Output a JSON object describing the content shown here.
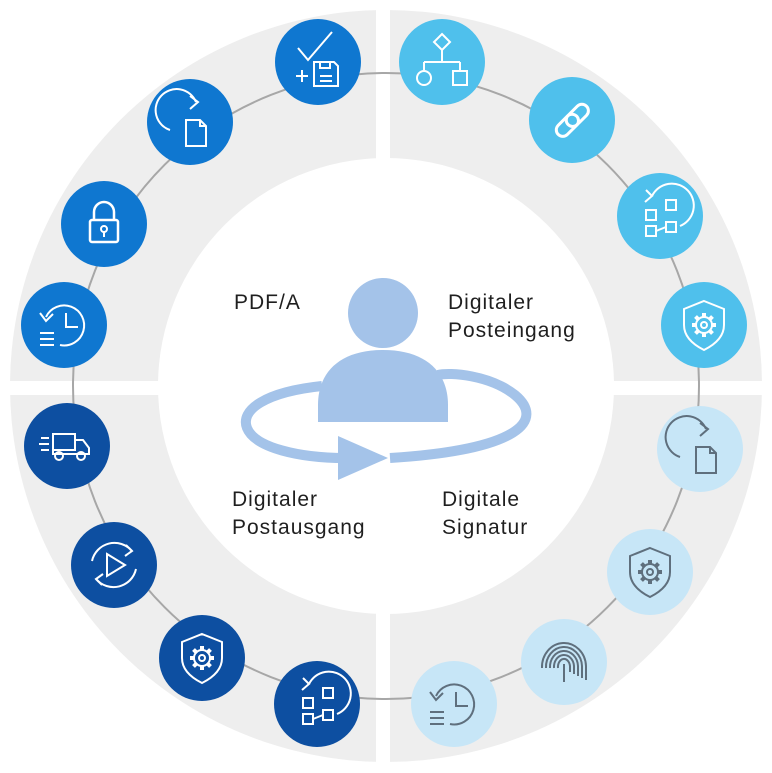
{
  "colors": {
    "ring_background": "#eeeeee",
    "gap": "#ffffff",
    "orbit_line": "#a7a7a7",
    "person": "#a4c3e9",
    "arrow": "#a4c3e9",
    "pdfa_blue": "#0f77d0",
    "inbox_blue": "#4fc0ec",
    "signature_blue": "#c7e6f7",
    "outbox_blue": "#0d4fa1",
    "icon_light_stroke": "#ffffff",
    "icon_dark_stroke": "#5f6f7d"
  },
  "quadrants": [
    {
      "key": "pdfa",
      "label_lines": [
        "PDF/A"
      ],
      "icon_color": "pdfa_blue",
      "icon_style": "light",
      "icons": [
        "check-save-icon",
        "document-refresh-icon",
        "lock-icon",
        "history-list-icon"
      ]
    },
    {
      "key": "inbox",
      "label_lines": [
        "Digitaler",
        "Posteingang"
      ],
      "icon_color": "inbox_blue",
      "icon_style": "light",
      "icons": [
        "workflow-icon",
        "link-icon",
        "process-refresh-icon",
        "shield-gear-icon"
      ]
    },
    {
      "key": "signature",
      "label_lines": [
        "Digitale",
        "Signatur"
      ],
      "icon_color": "signature_blue",
      "icon_style": "dark",
      "icons": [
        "document-refresh-icon",
        "shield-gear-icon",
        "fingerprint-icon",
        "history-list-icon"
      ]
    },
    {
      "key": "outbox",
      "label_lines": [
        "Digitaler",
        "Postausgang"
      ],
      "icon_color": "outbox_blue",
      "icon_style": "light",
      "icons": [
        "delivery-truck-icon",
        "play-cycle-icon",
        "shield-gear-icon",
        "process-refresh-icon"
      ]
    }
  ]
}
